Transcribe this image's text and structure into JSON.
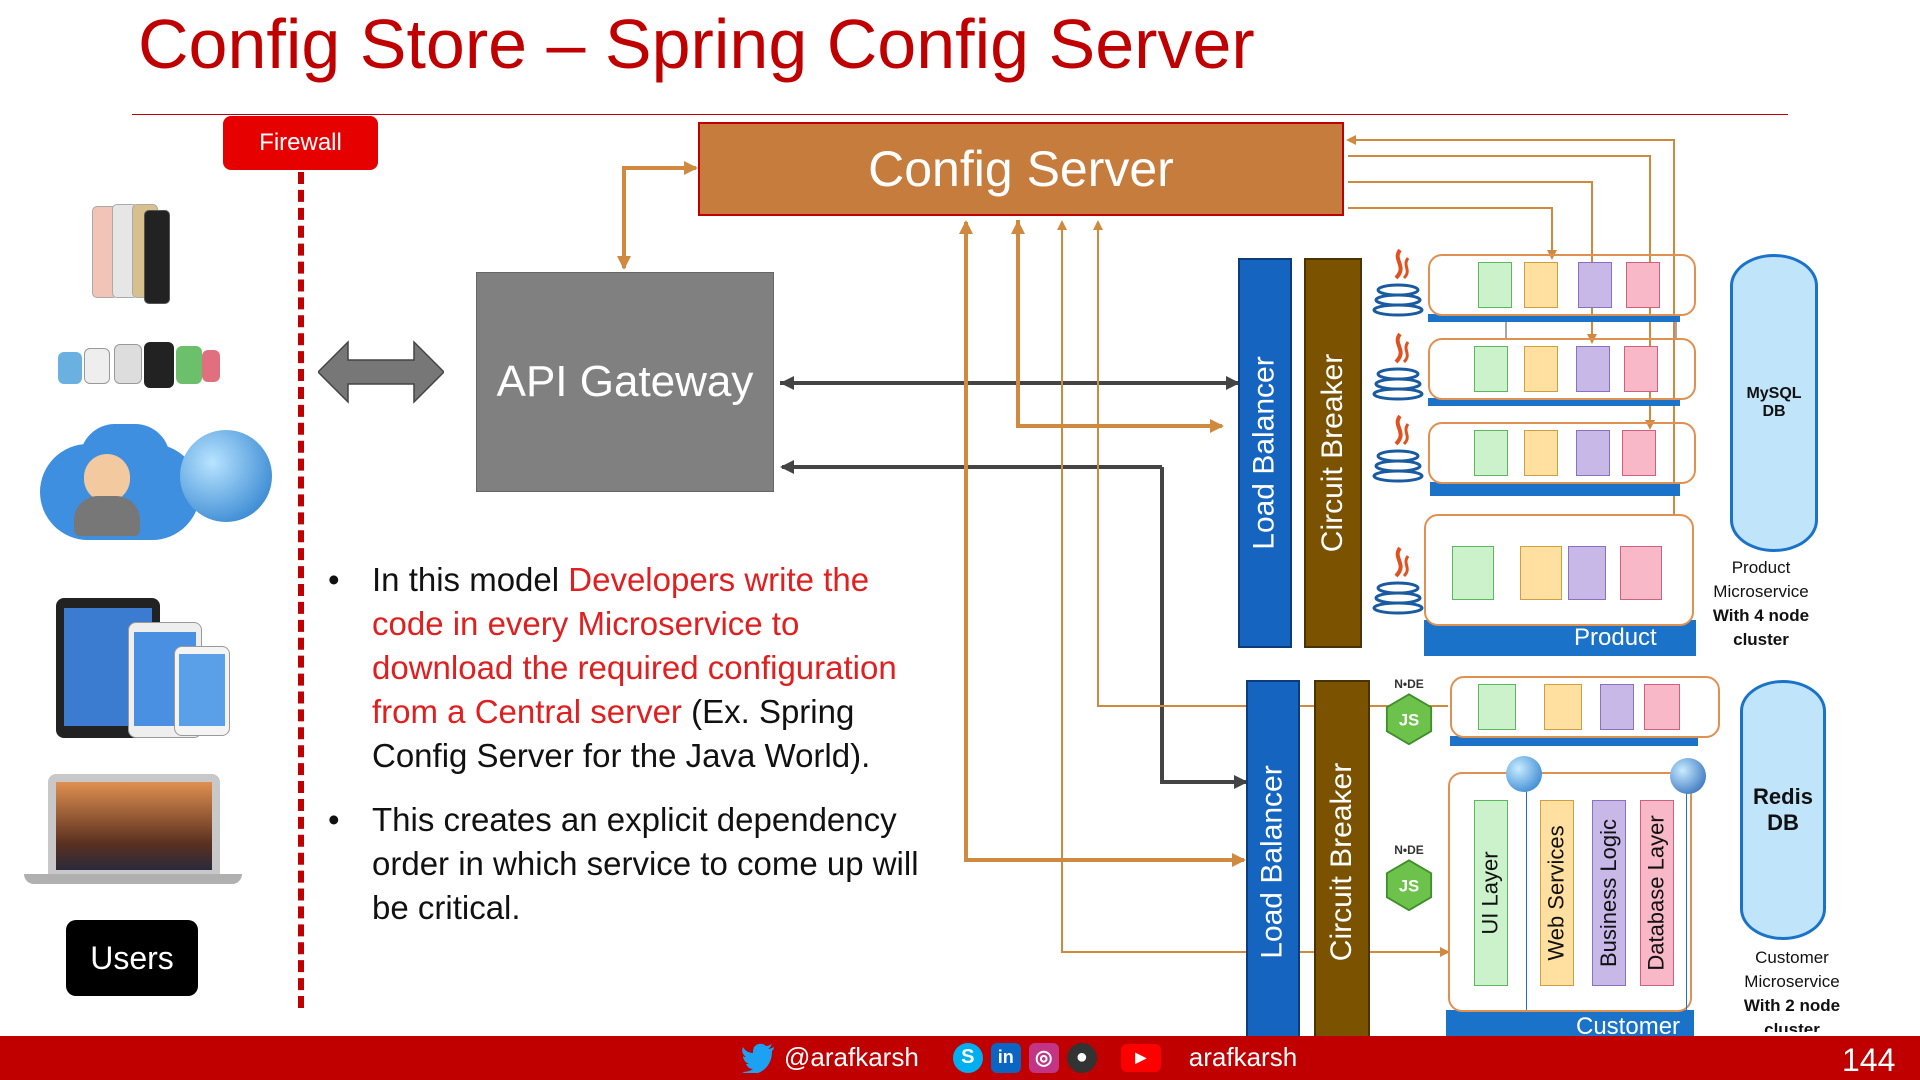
{
  "slide": {
    "title": "Config Store – Spring Config Server",
    "page_number": "144"
  },
  "firewall": {
    "label": "Firewall"
  },
  "users": {
    "label": "Users"
  },
  "boxes": {
    "config_server": "Config Server",
    "api_gateway": "API Gateway",
    "load_balancer": "Load Balancer",
    "circuit_breaker": "Circuit Breaker"
  },
  "bullets": {
    "b1_prefix": "In this model ",
    "b1_highlight": "Developers write the code in every Microservice to download the required configuration from a Central server",
    "b1_suffix": " (Ex. Spring Config Server for the Java World).",
    "b2": "This creates an explicit dependency order in which service to come up will be critical."
  },
  "product": {
    "label": "Product",
    "db_label_line1": "MySQL",
    "db_label_line2": "DB",
    "caption_line1": "Product",
    "caption_line2": "Microservice",
    "caption_line3": "With 4 node",
    "caption_line4": "cluster"
  },
  "customer": {
    "label": "Customer",
    "db_label_line1": "Redis",
    "db_label_line2": "DB",
    "caption_line1": "Customer",
    "caption_line2": "Microservice",
    "caption_line3": "With 2 node",
    "caption_line4": "cluster",
    "layers": [
      "UI Layer",
      "Web Services",
      "Business Logic",
      "Database Layer"
    ]
  },
  "node_badge": "N•DE",
  "footer": {
    "handle": "@arafkarsh",
    "name": "arafkarsh"
  },
  "colors": {
    "title_red": "#c00000",
    "config_orange": "#c67c3c",
    "arrow_orange": "#d08a40",
    "load_balancer_blue": "#1565c0",
    "circuit_breaker_brown": "#7a5200",
    "gateway_gray": "#808080"
  },
  "icons": [
    "twitter-icon",
    "skype-icon",
    "linkedin-icon",
    "instagram-icon",
    "github-icon",
    "youtube-icon",
    "java-icon",
    "nodejs-icon",
    "globe-icon"
  ]
}
